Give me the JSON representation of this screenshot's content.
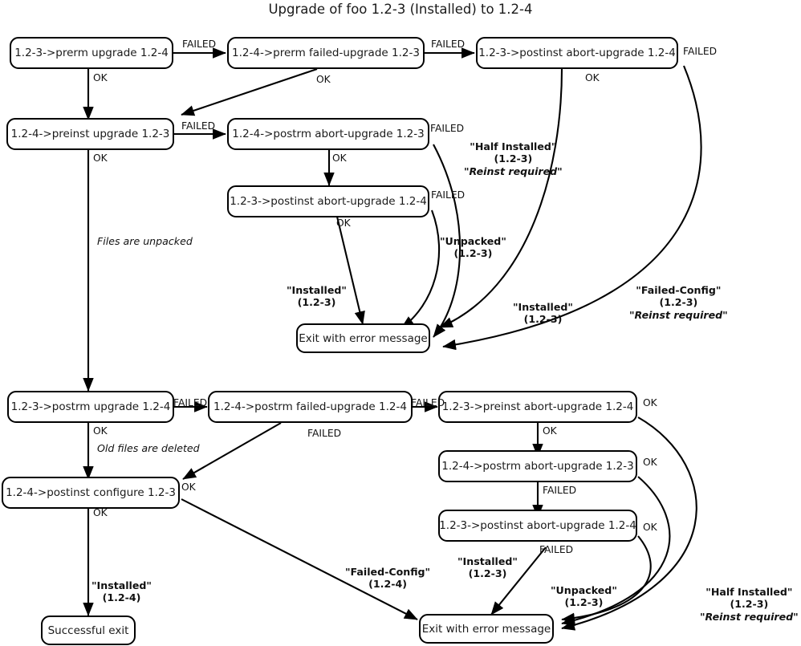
{
  "title": "Upgrade of foo 1.2-3 (Installed) to 1.2-4",
  "nodes": [
    {
      "id": "prerm-upgrade",
      "label": "1.2-3->prerm upgrade 1.2-4"
    },
    {
      "id": "prerm-failed-upgrade",
      "label": "1.2-4->prerm failed-upgrade 1.2-3"
    },
    {
      "id": "postinst-abort-upgrade-1",
      "label": "1.2-3->postinst abort-upgrade 1.2-4"
    },
    {
      "id": "preinst-upgrade",
      "label": "1.2-4->preinst upgrade 1.2-3"
    },
    {
      "id": "postrm-abort-upgrade-1",
      "label": "1.2-4->postrm abort-upgrade 1.2-3"
    },
    {
      "id": "postinst-abort-upgrade-2",
      "label": "1.2-3->postinst abort-upgrade 1.2-4"
    },
    {
      "id": "exit-error-top",
      "label": "Exit with error message"
    },
    {
      "id": "postrm-upgrade",
      "label": "1.2-3->postrm upgrade 1.2-4"
    },
    {
      "id": "postrm-failed-upgrade",
      "label": "1.2-4->postrm failed-upgrade 1.2-4"
    },
    {
      "id": "preinst-abort-upgrade",
      "label": "1.2-3->preinst abort-upgrade 1.2-4"
    },
    {
      "id": "postinst-configure",
      "label": "1.2-4->postinst configure 1.2-3"
    },
    {
      "id": "postrm-abort-upgrade-2",
      "label": "1.2-4->postrm abort-upgrade 1.2-3"
    },
    {
      "id": "postinst-abort-upgrade-3",
      "label": "1.2-3->postinst abort-upgrade 1.2-4"
    },
    {
      "id": "exit-error-bottom",
      "label": "Exit with error message"
    },
    {
      "id": "successful-exit",
      "label": "Successful exit"
    }
  ],
  "edge_labels": [
    {
      "id": "failed-1",
      "text": "FAILED"
    },
    {
      "id": "failed-2",
      "text": "FAILED"
    },
    {
      "id": "failed-3",
      "text": "FAILED"
    },
    {
      "id": "ok-1",
      "text": "OK"
    },
    {
      "id": "ok-2",
      "text": "OK"
    },
    {
      "id": "ok-3",
      "text": "OK"
    },
    {
      "id": "failed-4",
      "text": "FAILED"
    },
    {
      "id": "failed-5",
      "text": "FAILED"
    },
    {
      "id": "ok-4",
      "text": "OK"
    },
    {
      "id": "ok-5",
      "text": "OK"
    },
    {
      "id": "failed-6",
      "text": "FAILED"
    },
    {
      "id": "ok-6",
      "text": "OK"
    },
    {
      "id": "failed-7",
      "text": "FAILED"
    },
    {
      "id": "failed-8",
      "text": "FAILED"
    },
    {
      "id": "ok-7",
      "text": "OK"
    },
    {
      "id": "ok-8",
      "text": "OK"
    },
    {
      "id": "failed-9",
      "text": "FAILED"
    },
    {
      "id": "ok-9",
      "text": "OK"
    },
    {
      "id": "ok-10",
      "text": "OK"
    },
    {
      "id": "failed-10",
      "text": "FAILED"
    },
    {
      "id": "ok-11",
      "text": "OK"
    },
    {
      "id": "failed-11",
      "text": "FAILED"
    },
    {
      "id": "ok-12",
      "text": "OK"
    }
  ],
  "notes": [
    {
      "id": "files-unpacked",
      "text": "Files are unpacked"
    },
    {
      "id": "old-files-deleted",
      "text": "Old files are deleted"
    }
  ],
  "state_labels": [
    {
      "id": "half-installed-top",
      "line1": "\"Half Installed\"",
      "line2": "(1.2-3)",
      "line3": "\"Reinst required\""
    },
    {
      "id": "unpacked-top",
      "line1": "\"Unpacked\"",
      "line2": "(1.2-3)",
      "line3": ""
    },
    {
      "id": "installed-top-left",
      "line1": "\"Installed\"",
      "line2": "(1.2-3)",
      "line3": ""
    },
    {
      "id": "installed-top-right",
      "line1": "\"Installed\"",
      "line2": "(1.2-3)",
      "line3": ""
    },
    {
      "id": "failed-config-top",
      "line1": "\"Failed-Config\"",
      "line2": "(1.2-3)",
      "line3": "\"Reinst required\""
    },
    {
      "id": "failed-config-bottom",
      "line1": "\"Failed-Config\"",
      "line2": "(1.2-4)",
      "line3": ""
    },
    {
      "id": "installed-bottom",
      "line1": "\"Installed\"",
      "line2": "(1.2-3)",
      "line3": ""
    },
    {
      "id": "unpacked-bottom",
      "line1": "\"Unpacked\"",
      "line2": "(1.2-3)",
      "line3": ""
    },
    {
      "id": "half-installed-bottom",
      "line1": "\"Half Installed\"",
      "line2": "(1.2-3)",
      "line3": "\"Reinst required\""
    },
    {
      "id": "installed-success",
      "line1": "\"Installed\"",
      "line2": "(1.2-4)",
      "line3": ""
    }
  ],
  "colors": {
    "stroke": "#000000",
    "text": "#1a1a1a",
    "background": "#ffffff"
  }
}
